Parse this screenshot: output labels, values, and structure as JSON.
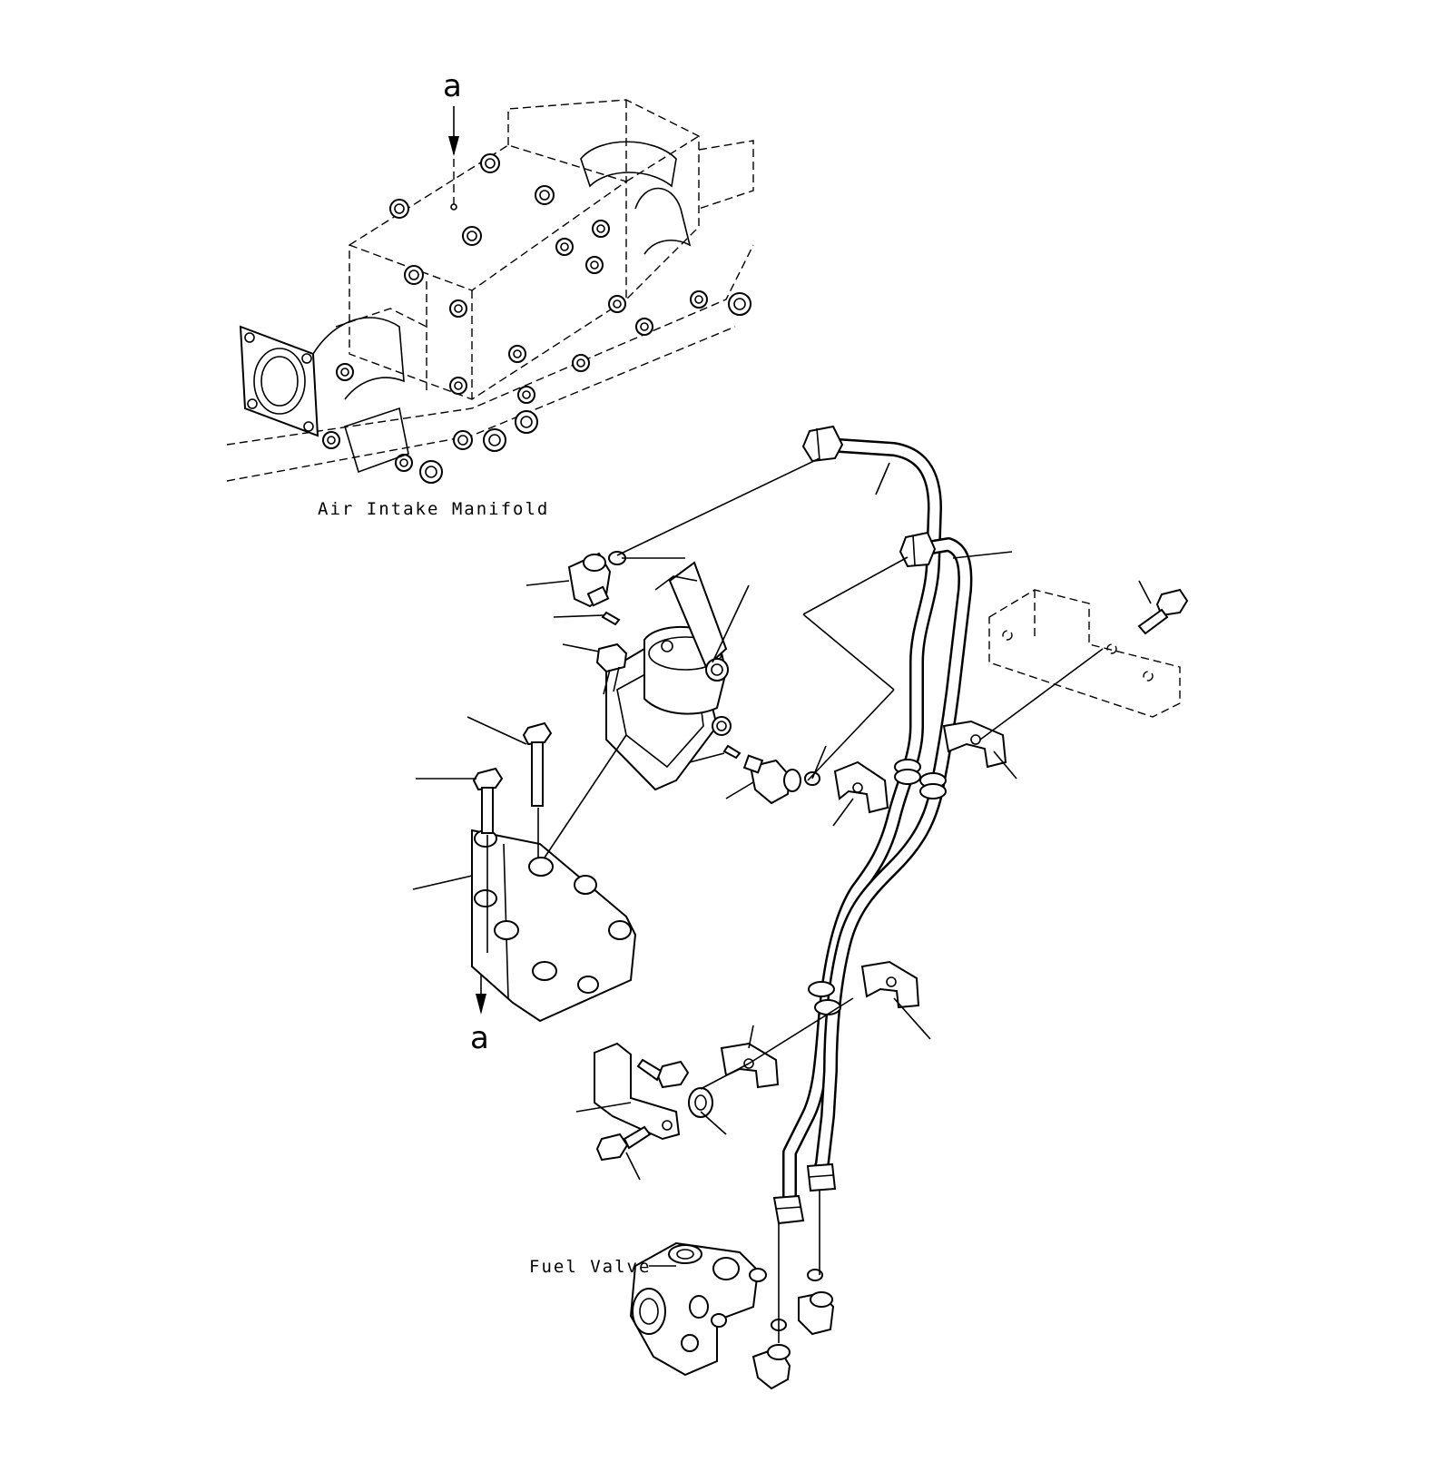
{
  "labels": {
    "air_intake_manifold": "Air Intake Manifold",
    "fuel_valve": "Fuel Valve",
    "ref_a_top": "a",
    "ref_a_bottom": "a"
  }
}
